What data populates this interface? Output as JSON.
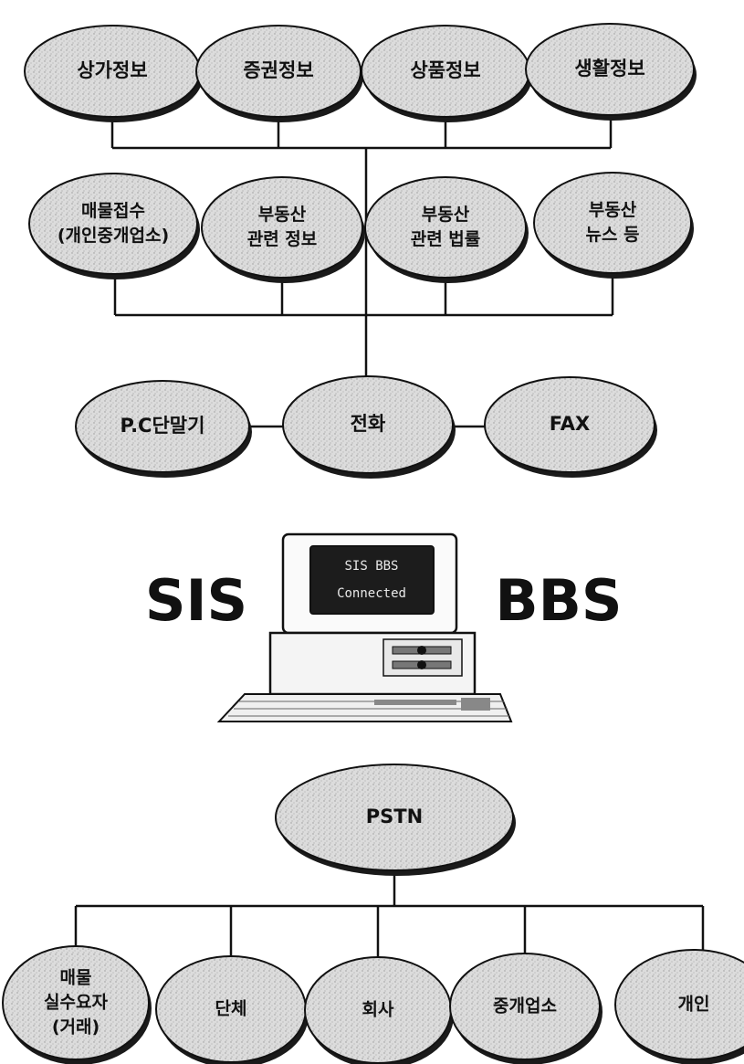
{
  "info_row": [
    "상가정보",
    "증권정보",
    "상품정보",
    "생활정보"
  ],
  "realestate_row": [
    [
      "매물접수",
      "(개인중개업소)"
    ],
    [
      "부동산",
      "관련 정보"
    ],
    [
      "부동산",
      "관련 법률"
    ],
    [
      "부동산",
      "뉴스 등"
    ]
  ],
  "terminal_row": [
    "P.C단말기",
    "전화",
    "FAX"
  ],
  "system": {
    "left_label": "SIS",
    "right_label": "BBS",
    "screen_line1": "SIS BBS",
    "screen_line2": "Connected"
  },
  "network": "PSTN",
  "user_row": [
    [
      "매물",
      "실수요자",
      "(거래)"
    ],
    [
      "단체"
    ],
    [
      "회사"
    ],
    [
      "중개업소"
    ],
    [
      "개인"
    ]
  ],
  "colors": {
    "ink": "#111111",
    "bubble_fill": "#d8d8d8",
    "bubble_shadow": "#1a1a1a",
    "screen": "#1c1c1c"
  }
}
